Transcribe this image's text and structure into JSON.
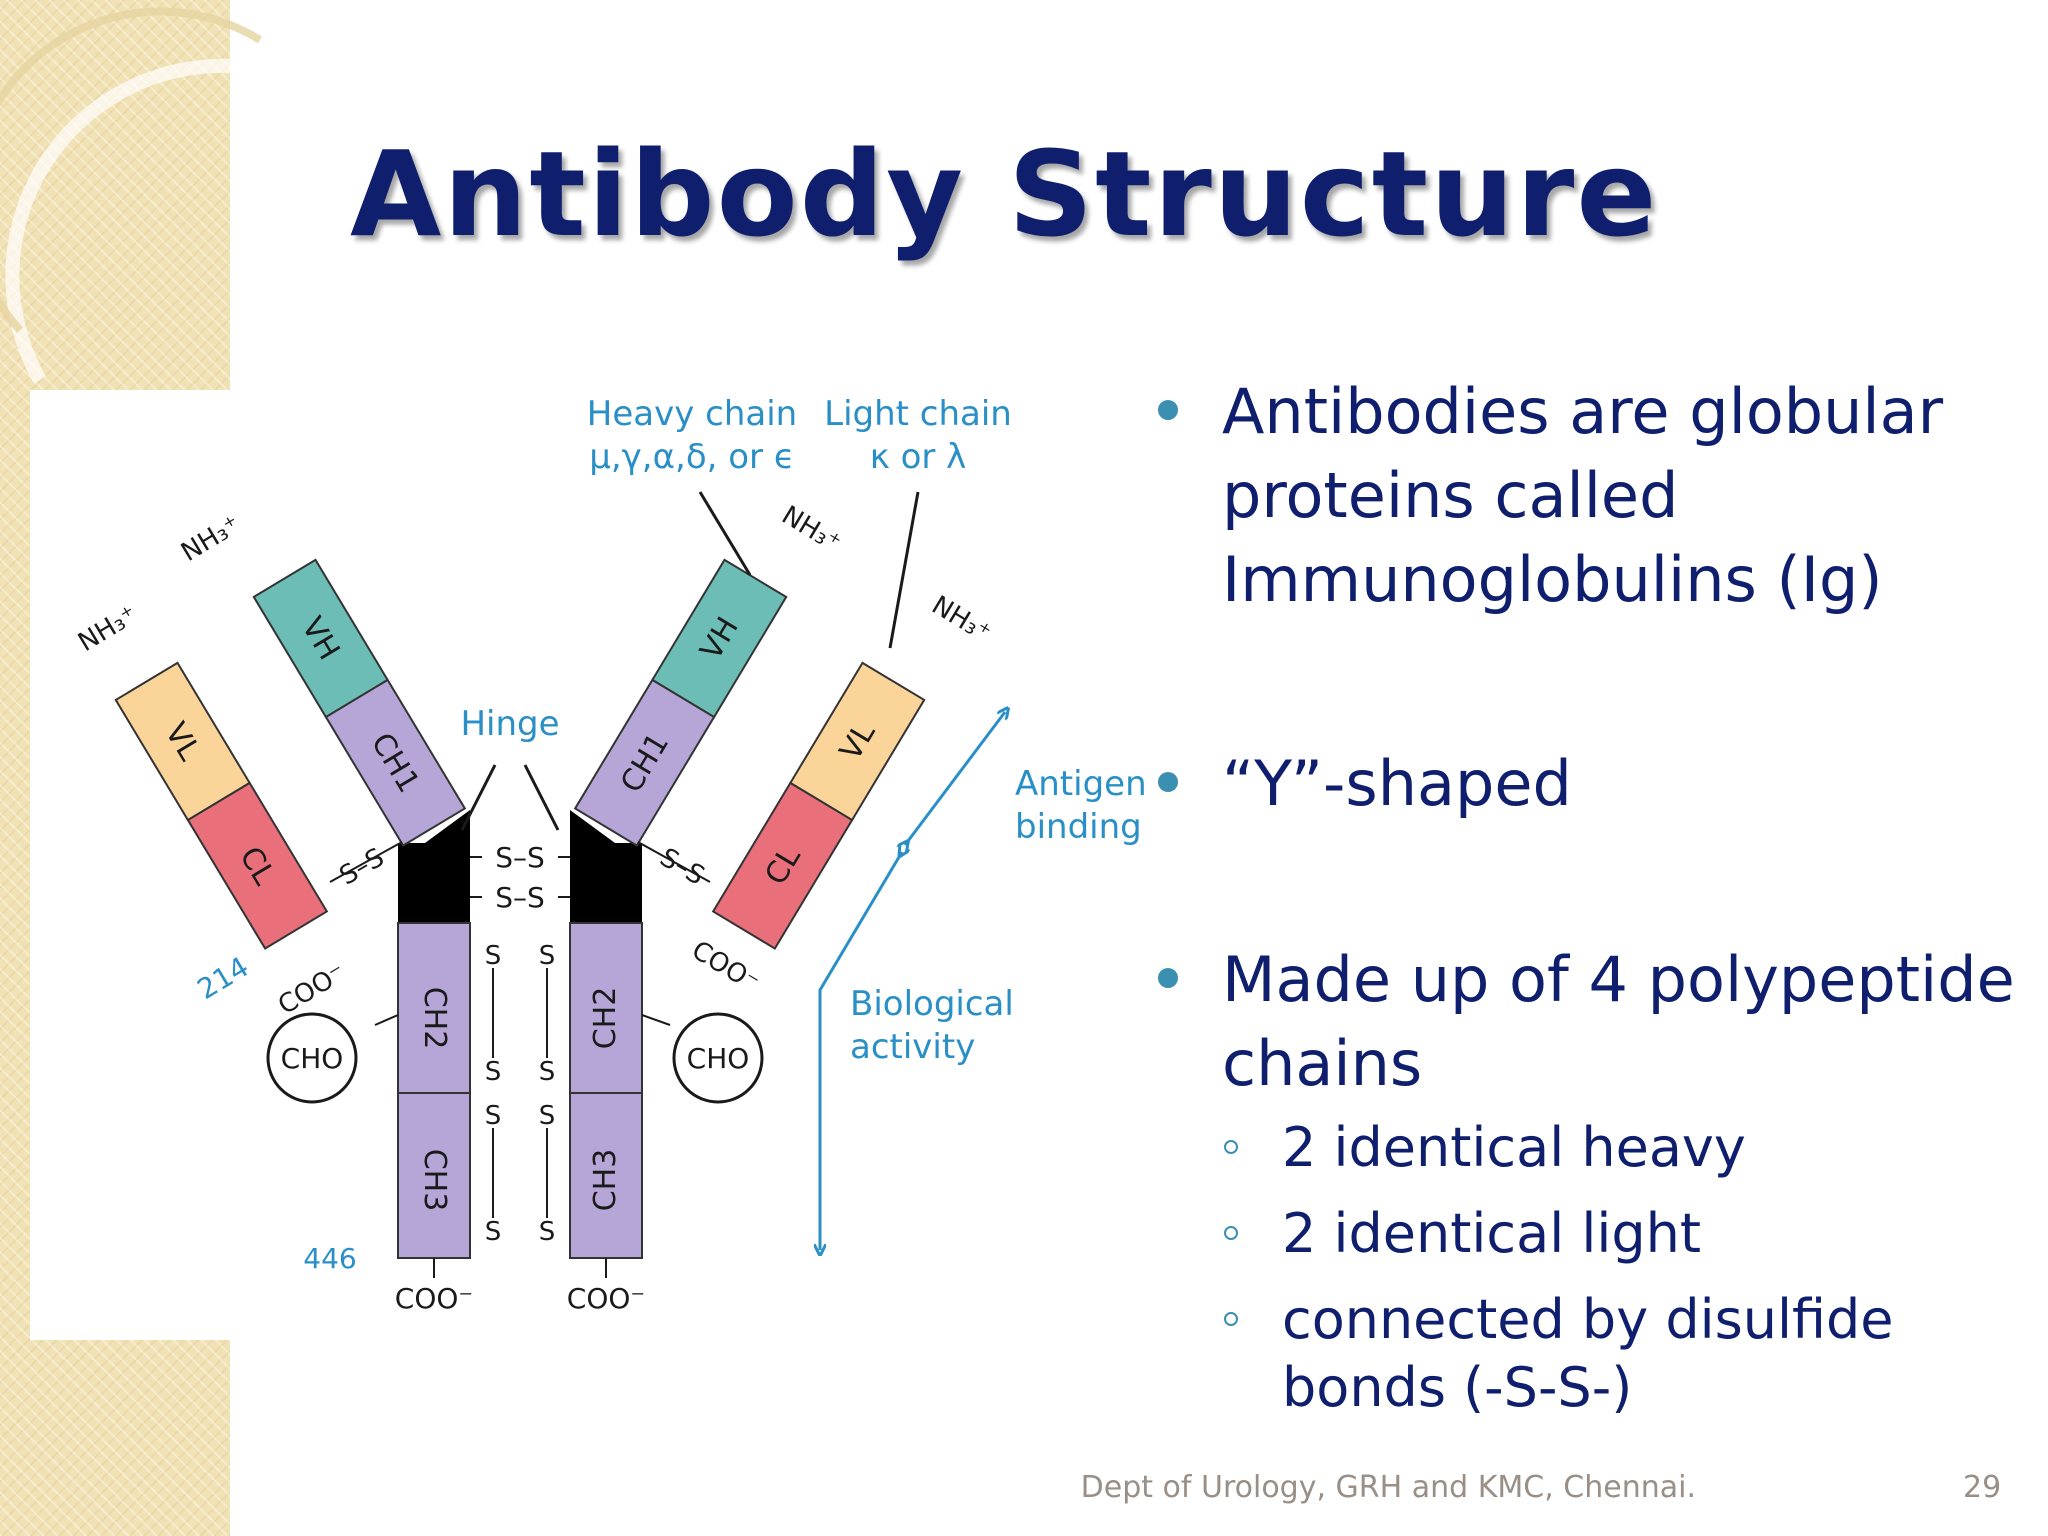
{
  "slide": {
    "title": "Antibody Structure",
    "footer": "Dept of Urology, GRH and KMC, Chennai.",
    "page_number": "29"
  },
  "diagram": {
    "heavy_chain_line1": "Heavy chain",
    "heavy_chain_line2": "μ,γ,α,δ, or ϵ",
    "light_chain_line1": "Light chain",
    "light_chain_line2": "κ or λ",
    "hinge": "Hinge",
    "antigen_binding_line1": "Antigen",
    "antigen_binding_line2": "binding",
    "biological_activity_line1": "Biological",
    "biological_activity_line2": "activity",
    "nh3": "NH₃⁺",
    "coo": "COO⁻",
    "cho": "CHO",
    "ss": "S–S",
    "s": "S",
    "residue_214": "214",
    "residue_446": "446",
    "domain_vl": "VL",
    "domain_cl": "CL",
    "domain_vh": "VH",
    "domain_ch1": "CH1",
    "domain_ch2": "CH2",
    "domain_ch3": "CH3",
    "colors": {
      "vl": "#fbd49a",
      "cl": "#e9707a",
      "vh": "#6cbdb5",
      "ch": "#b6a6d8",
      "hinge": "#000000",
      "label_blue": "#2a8fc7"
    }
  },
  "bullets": [
    {
      "text": "Antibodies are globular proteins called Immunoglobulins (Ig)"
    },
    {
      "text": "“Y”-shaped"
    },
    {
      "text": "Made up of 4 polypeptide chains"
    }
  ],
  "sub_bullets": [
    {
      "text": "2 identical heavy"
    },
    {
      "text": "2 identical light"
    },
    {
      "text": "connected by disulfide bonds (-S-S-)"
    }
  ]
}
